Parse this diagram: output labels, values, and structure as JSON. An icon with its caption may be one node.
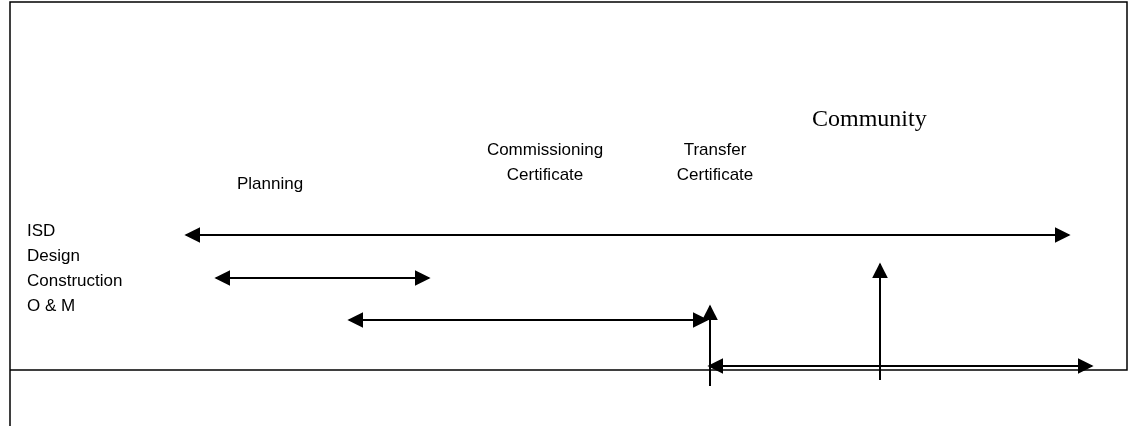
{
  "diagram": {
    "labels": [
      "Community",
      "Commissioning Certificate",
      "Transfer Certificate",
      "Planning",
      "ISD",
      "Design",
      "Construction",
      "O & M"
    ]
  }
}
